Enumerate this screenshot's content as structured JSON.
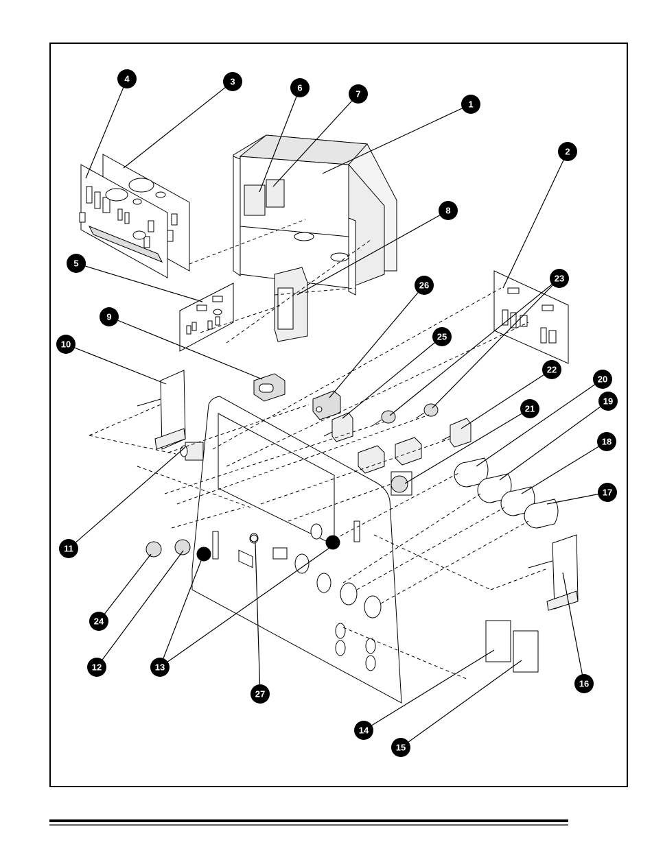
{
  "callouts": [
    {
      "n": "1"
    },
    {
      "n": "2"
    },
    {
      "n": "3"
    },
    {
      "n": "4"
    },
    {
      "n": "5"
    },
    {
      "n": "6"
    },
    {
      "n": "7"
    },
    {
      "n": "8"
    },
    {
      "n": "9"
    },
    {
      "n": "10"
    },
    {
      "n": "11"
    },
    {
      "n": "12"
    },
    {
      "n": "13"
    },
    {
      "n": "14"
    },
    {
      "n": "15"
    },
    {
      "n": "16"
    },
    {
      "n": "17"
    },
    {
      "n": "18"
    },
    {
      "n": "19"
    },
    {
      "n": "20"
    },
    {
      "n": "21"
    },
    {
      "n": "22"
    },
    {
      "n": "23"
    },
    {
      "n": "24"
    },
    {
      "n": "25"
    },
    {
      "n": "26"
    },
    {
      "n": "27"
    }
  ],
  "colors": {
    "ink": "#000000",
    "paper": "#ffffff",
    "shade": "#d9d9d9"
  }
}
